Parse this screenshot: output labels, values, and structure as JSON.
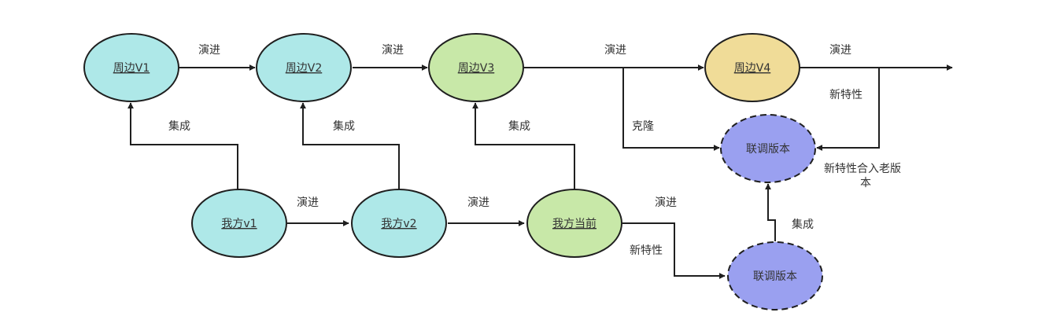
{
  "nodes": {
    "peri_v1": {
      "label": "周边V1",
      "fill": "#aee8e8"
    },
    "peri_v2": {
      "label": "周边V2",
      "fill": "#aee8e8"
    },
    "peri_v3": {
      "label": "周边V3",
      "fill": "#c8e8a8"
    },
    "peri_v4": {
      "label": "周边V4",
      "fill": "#f0dc98"
    },
    "our_v1": {
      "label": "我方v1",
      "fill": "#aee8e8"
    },
    "our_v2": {
      "label": "我方v2",
      "fill": "#aee8e8"
    },
    "our_current": {
      "label": "我方当前",
      "fill": "#c8e8a8"
    },
    "joint_top": {
      "label": "联调版本",
      "fill": "#9aa0f0"
    },
    "joint_bottom": {
      "label": "联调版本",
      "fill": "#9aa0f0"
    }
  },
  "edge_labels": {
    "evolve_v1_v2": "演进",
    "evolve_v2_v3": "演进",
    "evolve_v3_v4": "演进",
    "evolve_v4_out": "演进",
    "new_feature_top": "新特性",
    "clone": "克隆",
    "integrate_v1": "集成",
    "integrate_v2": "集成",
    "integrate_v3": "集成",
    "evolve_our_v1_v2": "演进",
    "evolve_our_v2_cur": "演进",
    "evolve_our_cur": "演进",
    "new_feature_bottom": "新特性",
    "merge_line1": "新特性合入老版",
    "merge_line2": "本",
    "integrate_joint": "集成"
  },
  "colors": {
    "edge": "#1f1f1f",
    "cyan_node": "#aee8e8",
    "green_node": "#c8e8a8",
    "yellow_node": "#f0dc98",
    "purple_node": "#9aa0f0"
  }
}
